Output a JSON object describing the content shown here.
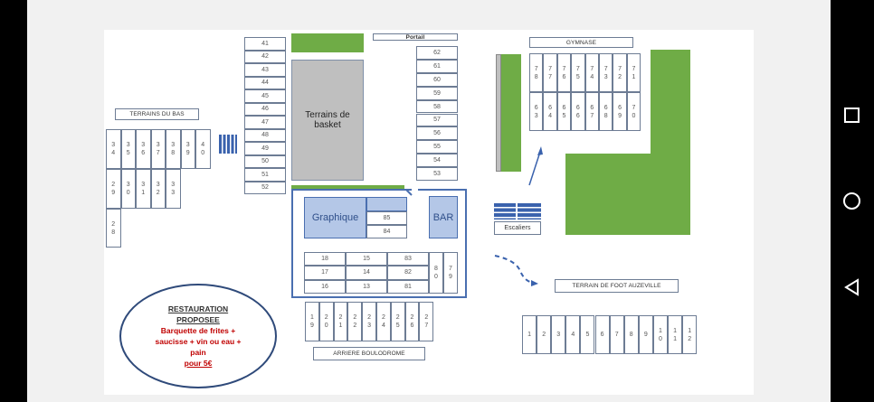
{
  "labels": {
    "portail": "Portail",
    "gymnase": "GYMNASE",
    "terrains_du_bas": "TERRAINS DU BAS",
    "basket": "Terrains de basket",
    "graphique": "Graphique",
    "bar": "BAR",
    "escaliers": "Escaliers",
    "foot": "TERRAIN DE FOOT AUZEVILLE",
    "boulodrome": "ARRIERE BOULODROME"
  },
  "restauration": {
    "title1": "RESTAURATION",
    "title2": "PROPOSEE",
    "line1": "Barquette de frites +",
    "line2": "saucisse + vin ou eau +",
    "line3": "pain",
    "price": "pour 5€"
  },
  "stalls": {
    "col_41_52": [
      "41",
      "42",
      "43",
      "44",
      "45",
      "46",
      "47",
      "48",
      "49",
      "50",
      "51",
      "52"
    ],
    "col_62_53": [
      "62",
      "61",
      "60",
      "59",
      "58",
      "57",
      "56",
      "55",
      "54",
      "53"
    ],
    "bas_row1": [
      "34",
      "35",
      "36",
      "37",
      "38",
      "39",
      "40"
    ],
    "bas_row2": [
      "29",
      "30",
      "31",
      "32",
      "33"
    ],
    "bas_row3": [
      "28"
    ],
    "gym_row1": [
      "78",
      "77",
      "76",
      "75",
      "74",
      "73",
      "72",
      "71"
    ],
    "gym_row2": [
      "63",
      "64",
      "65",
      "66",
      "67",
      "68",
      "69",
      "70"
    ],
    "bottom_row": [
      "19",
      "20",
      "21",
      "22",
      "23",
      "24",
      "25",
      "26",
      "27"
    ],
    "foot_row": [
      "1",
      "2",
      "3",
      "4",
      "5",
      "6",
      "7",
      "8",
      "9",
      "10",
      "11",
      "12"
    ],
    "block_grid": [
      [
        "18",
        "15",
        "83"
      ],
      [
        "17",
        "14",
        "82"
      ],
      [
        "16",
        "13",
        "81"
      ]
    ],
    "block_vertical": [
      "80",
      "79"
    ],
    "graphique_side": [
      "85",
      "84"
    ]
  },
  "colors": {
    "green": "#6fac46",
    "blue": "#4a6fb0",
    "lightblue": "#b4c7e7",
    "gray": "#bfbfbf",
    "red": "#c00000"
  },
  "nav": {
    "icons": [
      "square-recents-icon",
      "circle-home-icon",
      "triangle-back-icon"
    ]
  }
}
